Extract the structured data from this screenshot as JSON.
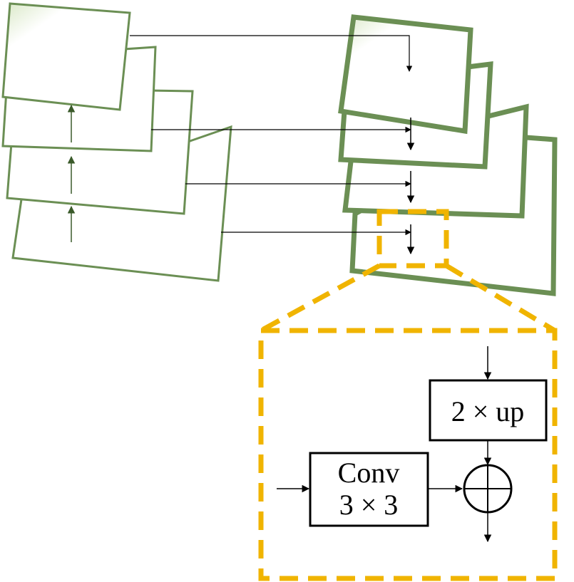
{
  "colors": {
    "pyramid_stroke": "#6b8f54",
    "pyramid_fill": "#ffffff",
    "top_gradient": "#e3efd6",
    "up_arrow": "#3a5a2a",
    "zoom_outline": "#f0b400",
    "ink": "#000000"
  },
  "detail": {
    "upsample_label": "2 × up",
    "conv_label_line1": "Conv",
    "conv_label_line2": "3 × 3",
    "merge_symbol": "elementwise-add-icon"
  }
}
